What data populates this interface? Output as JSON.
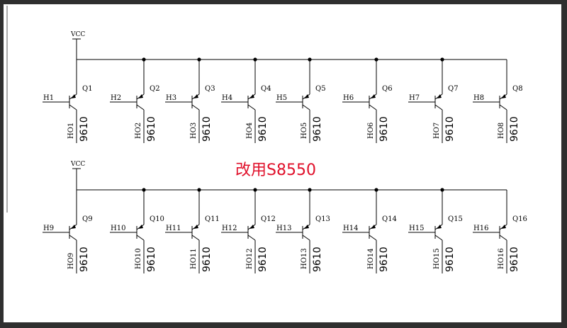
{
  "note": "改用S8550",
  "rails": [
    {
      "supply": "VCC",
      "transistors": [
        {
          "input": "H1",
          "ref": "Q1",
          "output": "HO1",
          "part": "9610"
        },
        {
          "input": "H2",
          "ref": "Q2",
          "output": "HO2",
          "part": "9610"
        },
        {
          "input": "H3",
          "ref": "Q3",
          "output": "HO3",
          "part": "9610"
        },
        {
          "input": "H4",
          "ref": "Q4",
          "output": "HO4",
          "part": "9610"
        },
        {
          "input": "H5",
          "ref": "Q5",
          "output": "HO5",
          "part": "9610"
        },
        {
          "input": "H6",
          "ref": "Q6",
          "output": "HO6",
          "part": "9610"
        },
        {
          "input": "H7",
          "ref": "Q7",
          "output": "HO7",
          "part": "9610"
        },
        {
          "input": "H8",
          "ref": "Q8",
          "output": "HO8",
          "part": "9610"
        }
      ]
    },
    {
      "supply": "VCC",
      "transistors": [
        {
          "input": "H9",
          "ref": "Q9",
          "output": "HO9",
          "part": "9610"
        },
        {
          "input": "H10",
          "ref": "Q10",
          "output": "HO10",
          "part": "9610"
        },
        {
          "input": "H11",
          "ref": "Q11",
          "output": "HO11",
          "part": "9610"
        },
        {
          "input": "H12",
          "ref": "Q12",
          "output": "HO12",
          "part": "9610"
        },
        {
          "input": "H13",
          "ref": "Q13",
          "output": "HO13",
          "part": "9610"
        },
        {
          "input": "H14",
          "ref": "Q14",
          "output": "HO14",
          "part": "9610"
        },
        {
          "input": "H15",
          "ref": "Q15",
          "output": "HO15",
          "part": "9610"
        },
        {
          "input": "H16",
          "ref": "Q16",
          "output": "HO16",
          "part": "9610"
        }
      ]
    }
  ]
}
